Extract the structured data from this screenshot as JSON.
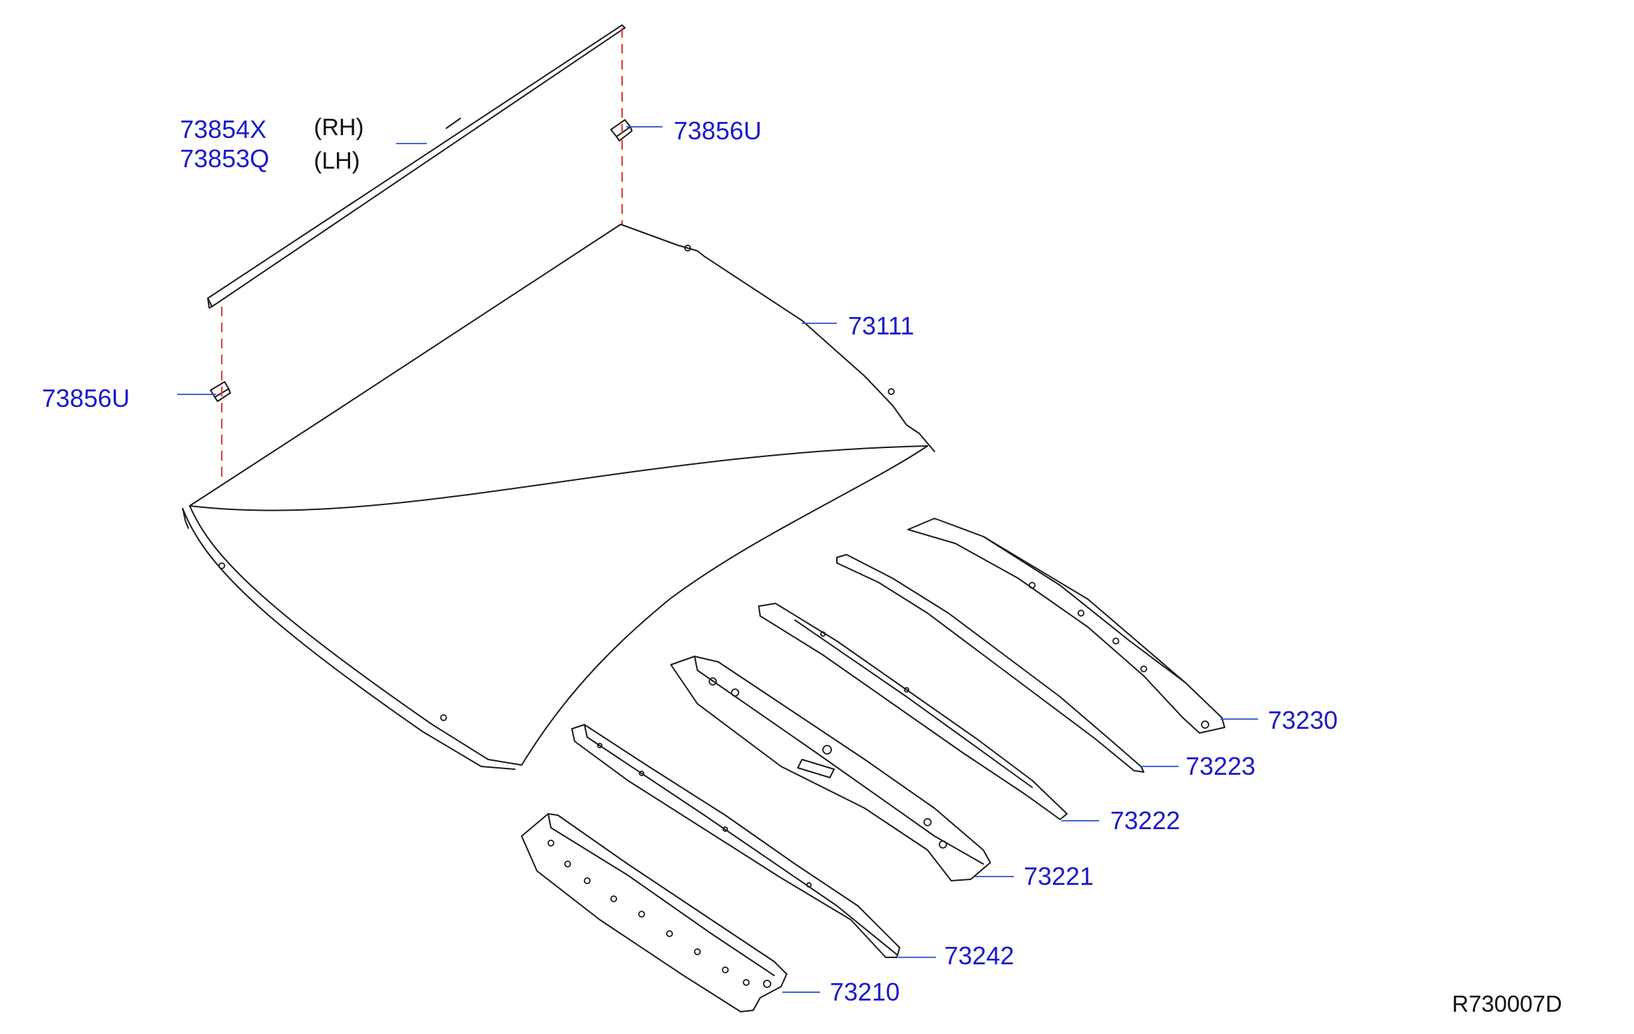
{
  "callouts": {
    "rail_rh": "73854X",
    "rail_lh": "73853Q",
    "side_rh": "(RH)",
    "side_lh": "(LH)",
    "clip_top": "73856U",
    "clip_left": "73856U",
    "roof_panel": "73111",
    "bow_73230": "73230",
    "bow_73223": "73223",
    "bow_73222": "73222",
    "bow_73221": "73221",
    "bow_73242": "73242",
    "bow_73210": "73210"
  },
  "diagram_code": "R730007D",
  "colors": {
    "callout_text": "#1a1acc",
    "leader_line": "#2a4fd0",
    "guide_dashes": "#e03a3a",
    "linework": "#1a1a1a"
  }
}
